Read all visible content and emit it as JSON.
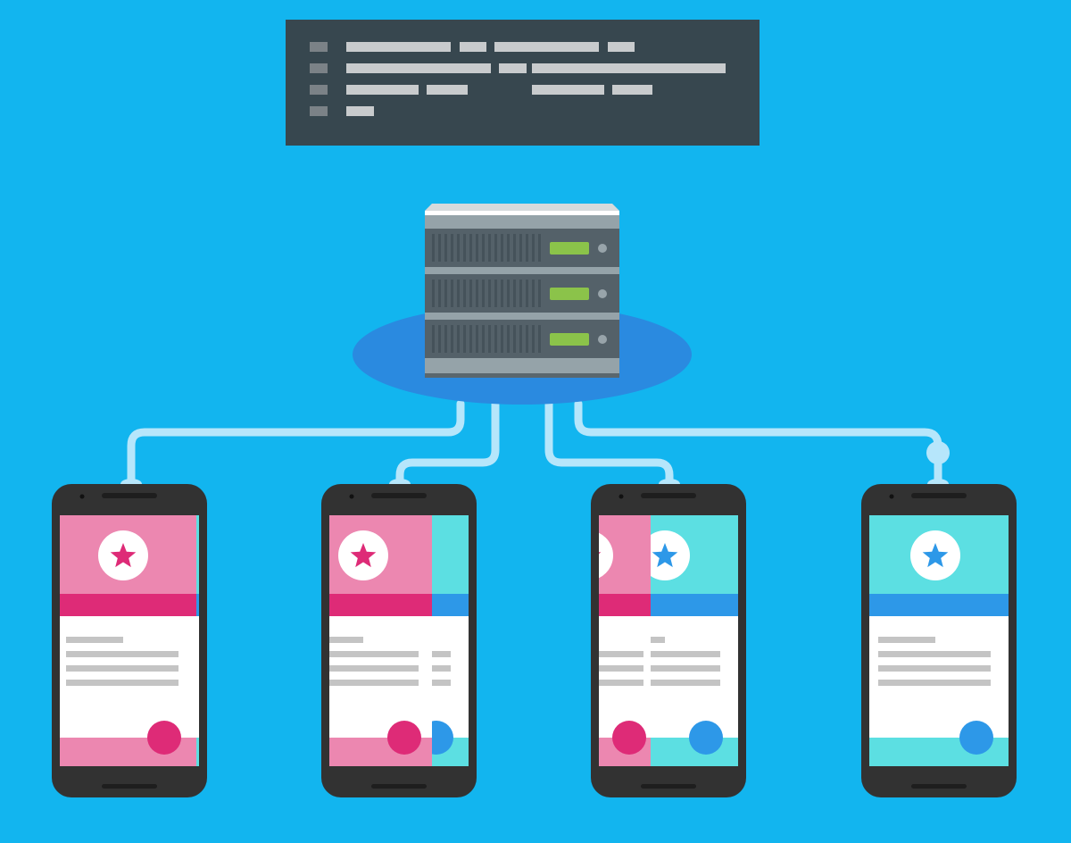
{
  "colors": {
    "background": "#12b5ef",
    "code_panel": "#37474f",
    "code_bar": "#c8cbcd",
    "code_marker": "#7b8287",
    "server_frame": "#95a3a9",
    "server_unit": "#546169",
    "server_led": "#8bc34a",
    "platform": "#2a8ae0",
    "cable": "#b6e6fb",
    "phone_body": "#323232",
    "pink_header": "#ec87b0",
    "pink_bar": "#de2b77",
    "pink_fab": "#de2b77",
    "cyan_header": "#5cdfe2",
    "cyan_bar": "#2d98e8",
    "cyan_fab": "#2d98e8",
    "content_line": "#c4c4c4"
  },
  "icons": {
    "star": "star-icon",
    "server": "server-icon",
    "phone": "phone-icon"
  },
  "phones": [
    {
      "transition_progress": 0.02
    },
    {
      "transition_progress": 0.26
    },
    {
      "transition_progress": 0.63
    },
    {
      "transition_progress": 1.0
    }
  ]
}
